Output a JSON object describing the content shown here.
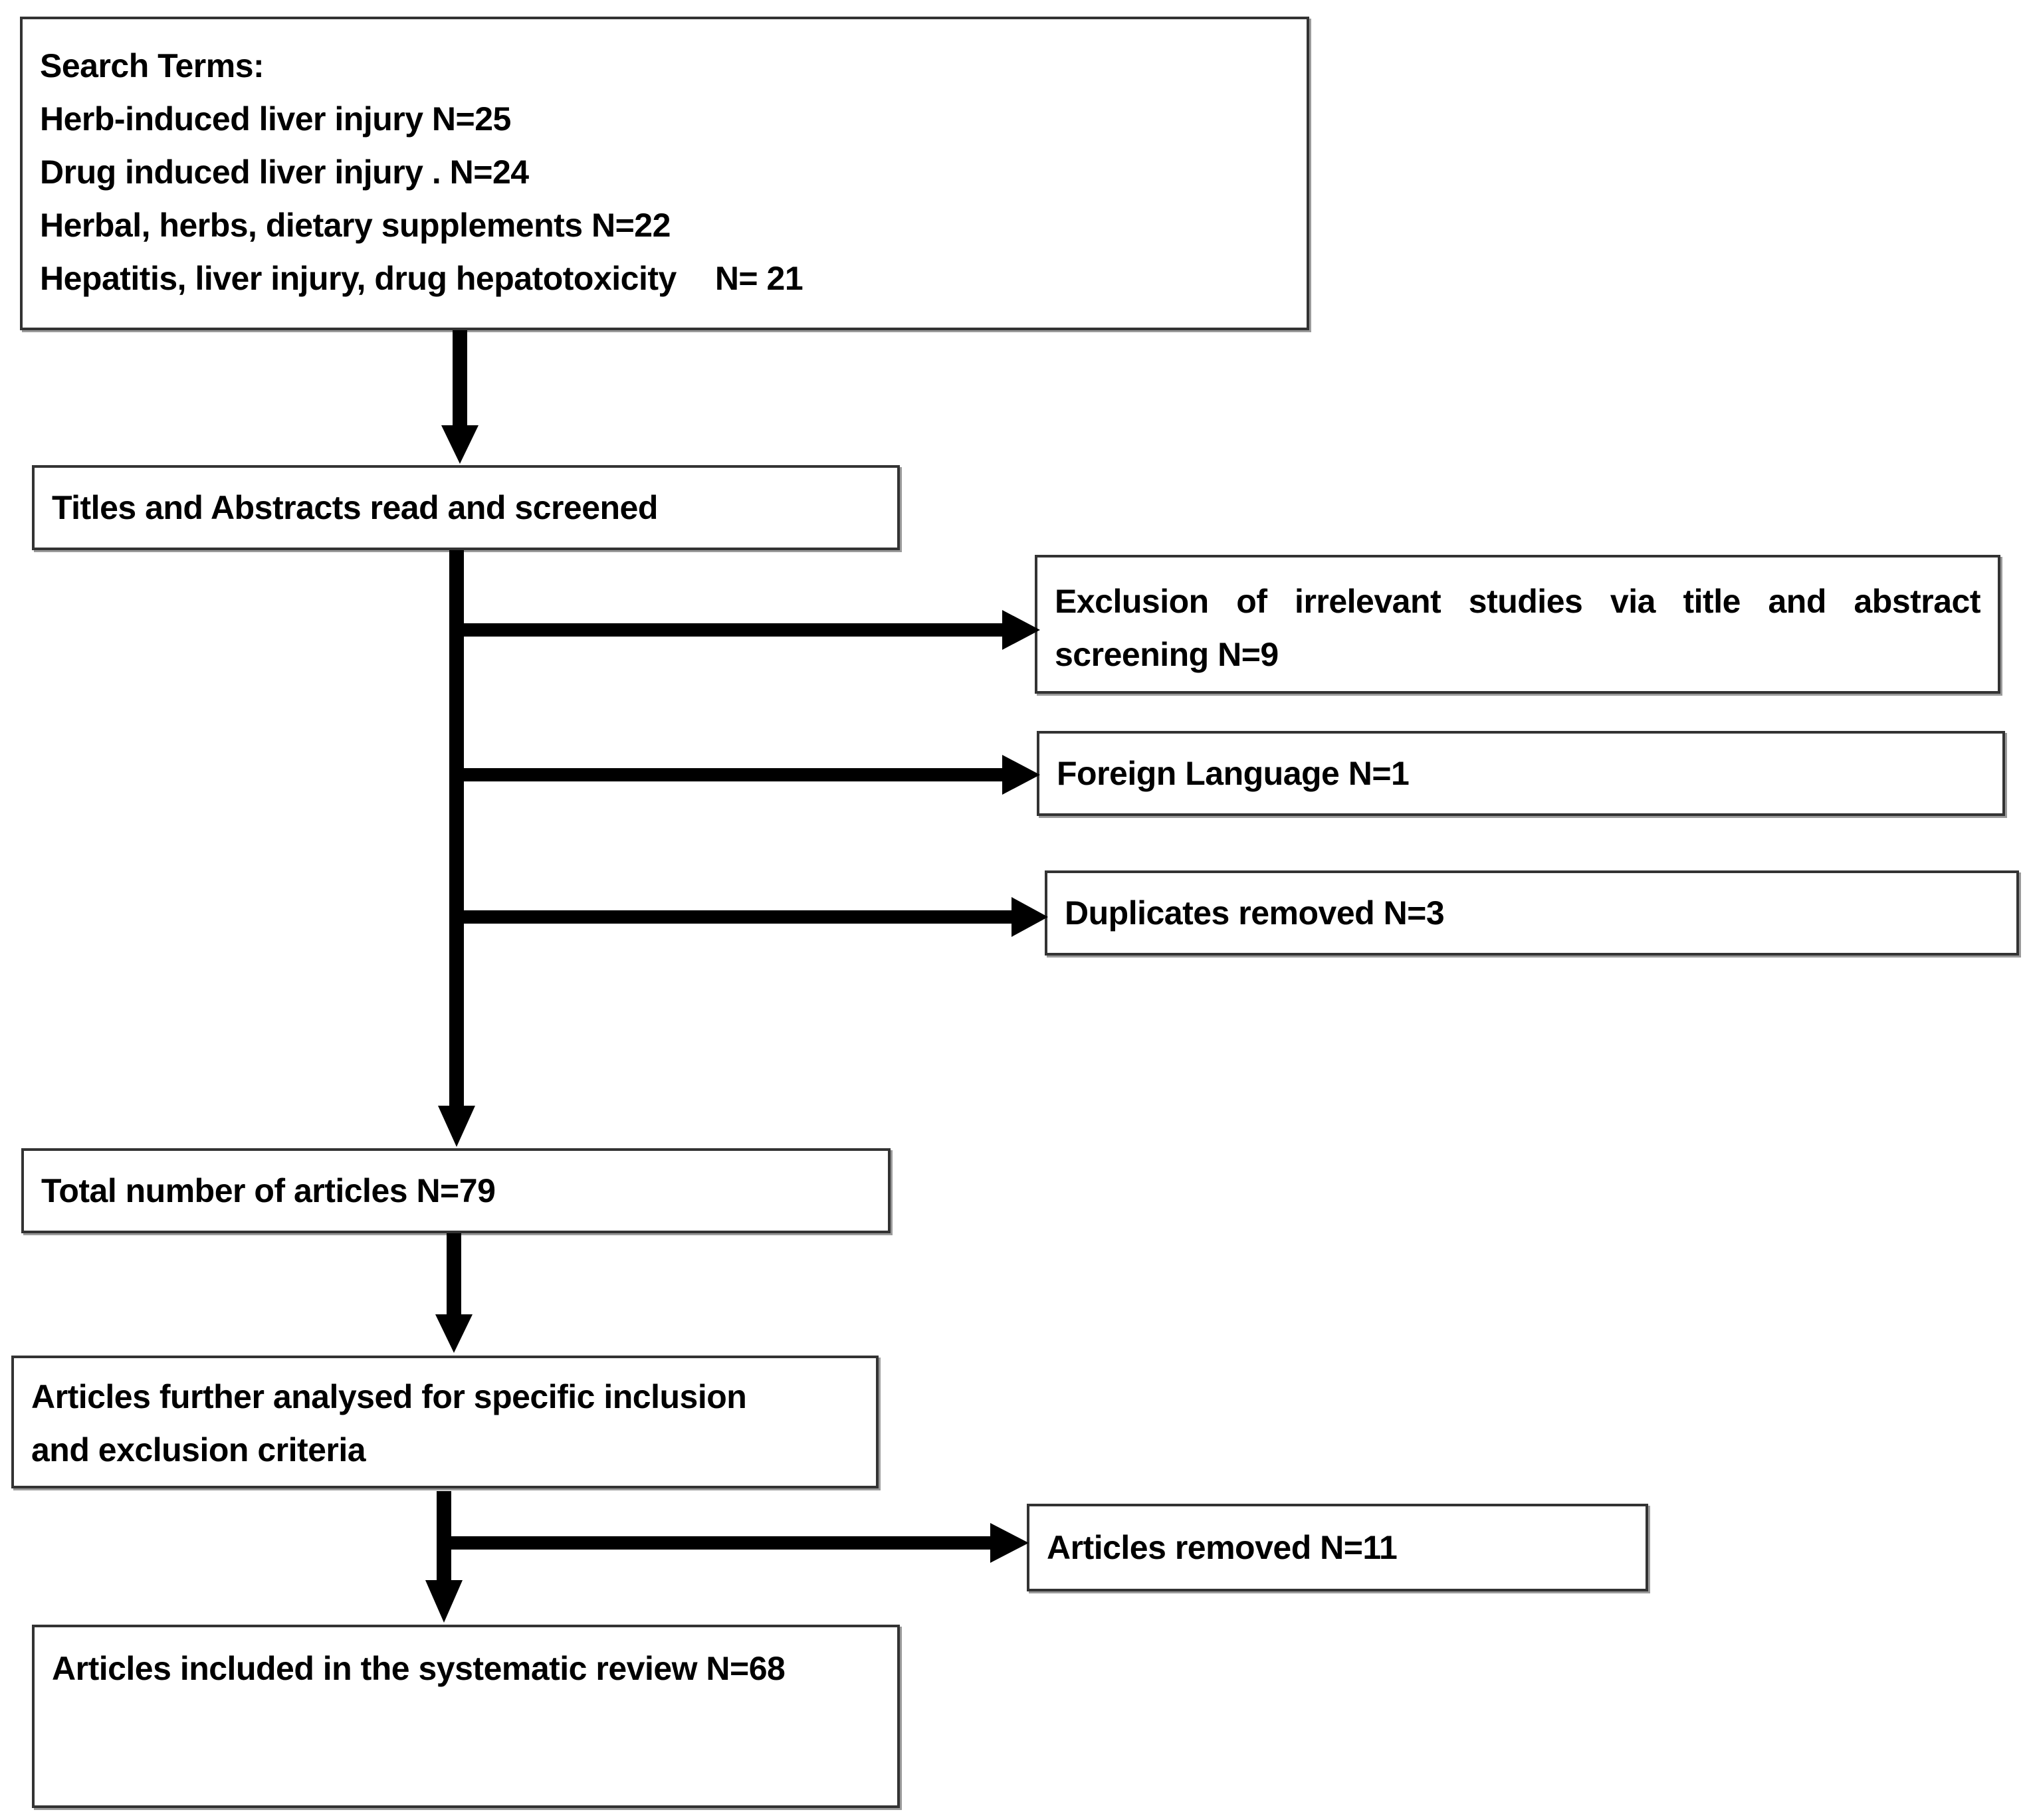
{
  "search_box": {
    "heading": "Search Terms:",
    "terms": [
      "Herb-induced liver injury N=25",
      "Drug induced liver injury . N=24",
      "Herbal, herbs, dietary supplements N=22"
    ],
    "last_term": "Hepatitis, liver injury, drug hepatotoxicity",
    "last_term_count": "N= 21"
  },
  "screening_box": "Titles and Abstracts read and screened",
  "exclusions": [
    "Exclusion of irrelevant studies via title and abstract screening N=9",
    "Foreign Language N=1",
    "Duplicates removed N=3"
  ],
  "total_box": "Total number of articles N=79",
  "analysis_box": {
    "line1": "Articles further analysed for specific inclusion",
    "line2": "and exclusion criteria"
  },
  "removed_box": "Articles removed N=11",
  "included_box": "Articles included in the systematic review N=68"
}
